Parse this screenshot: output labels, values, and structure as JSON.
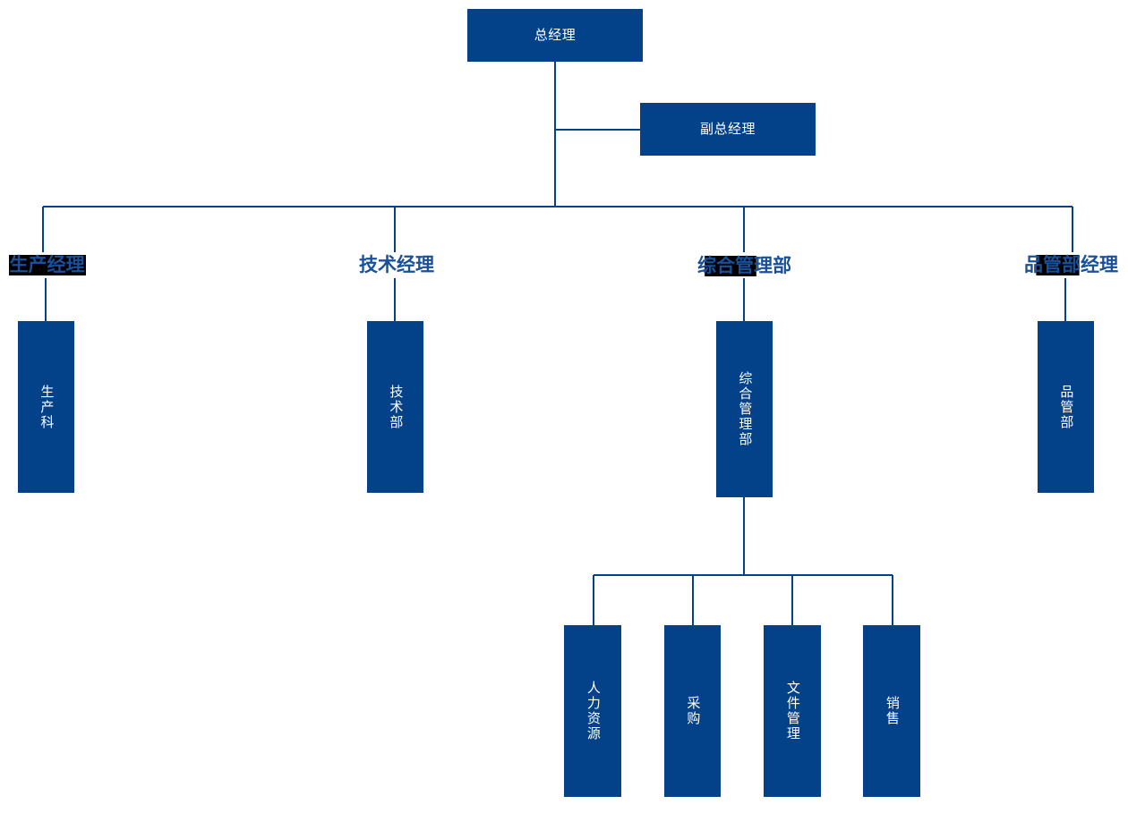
{
  "diagram": {
    "type": "organization-chart",
    "title": "组织结构图",
    "colors": {
      "box_fill": "#034189",
      "box_text": "#ffffff",
      "connector": "#034189",
      "label_text": "#18509B",
      "label_strip": "#000000",
      "background": "#ffffff"
    }
  },
  "nodes": {
    "general_manager": {
      "label": "总经理"
    },
    "deputy_general_manager": {
      "label": "副总经理"
    },
    "production_manager": {
      "label": "生产经理"
    },
    "technical_manager": {
      "label": "技术经理"
    },
    "general_admin_manager": {
      "label": "综合管理部"
    },
    "quality_manager": {
      "label": "品管部经理"
    },
    "production_dept": {
      "label": "生产科"
    },
    "technical_dept": {
      "label": "技术部"
    },
    "general_admin_dept": {
      "label": "综合管理部"
    },
    "quality_dept": {
      "label": "品管部"
    },
    "human_resources": {
      "label": "人力资源"
    },
    "purchasing": {
      "label": "采购"
    },
    "document_control": {
      "label": "文件管理"
    },
    "sales": {
      "label": "销售"
    }
  },
  "hierarchy": {
    "root": "总经理",
    "levels": [
      [
        "总经理"
      ],
      [
        "副总经理"
      ],
      [
        "生产经理",
        "技术经理",
        "综合管理部",
        "品管部经理"
      ],
      [
        "生产科",
        "技术部",
        "综合管理部",
        "品管部"
      ],
      [
        "人力资源",
        "采购",
        "文件管理",
        "销售"
      ]
    ],
    "edges": [
      [
        "总经理",
        "副总经理"
      ],
      [
        "总经理",
        "生产经理"
      ],
      [
        "总经理",
        "技术经理"
      ],
      [
        "总经理",
        "综合管理部"
      ],
      [
        "总经理",
        "品管部经理"
      ],
      [
        "生产经理",
        "生产科"
      ],
      [
        "技术经理",
        "技术部"
      ],
      [
        "综合管理部",
        "综合管理部"
      ],
      [
        "品管部经理",
        "品管部"
      ],
      [
        "综合管理部",
        "人力资源"
      ],
      [
        "综合管理部",
        "采购"
      ],
      [
        "综合管理部",
        "文件管理"
      ],
      [
        "综合管理部",
        "销售"
      ]
    ]
  }
}
